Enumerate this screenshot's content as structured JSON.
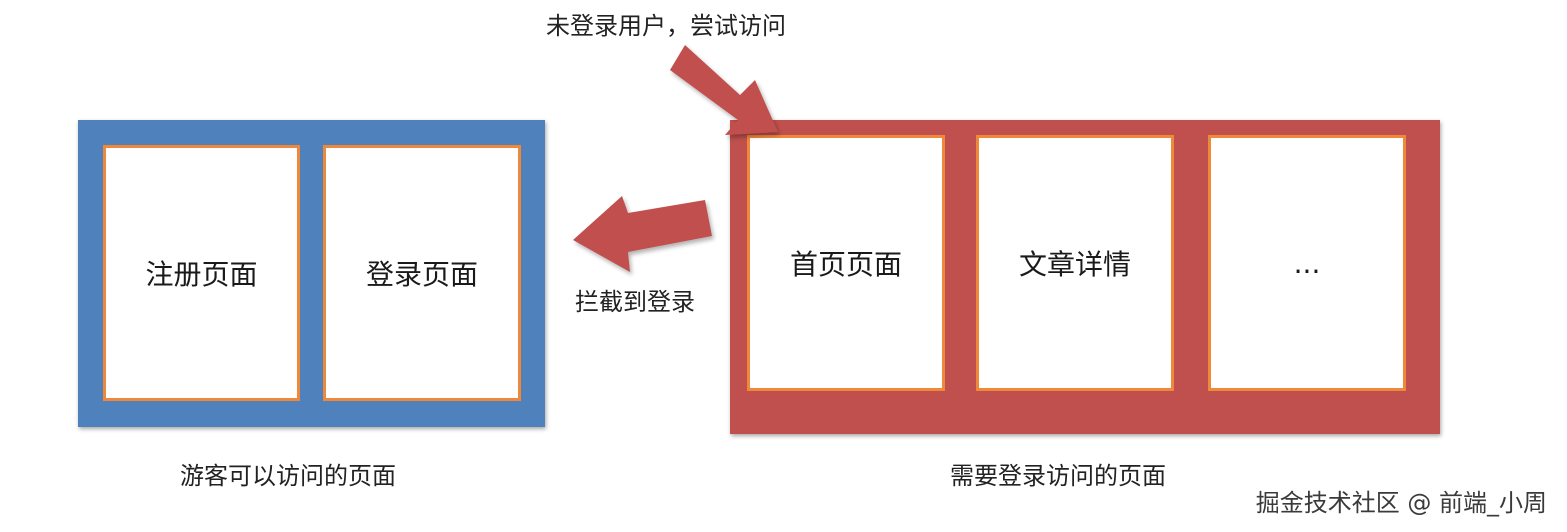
{
  "colors": {
    "guest_fill": "#4f81bd",
    "auth_fill": "#c0504d",
    "page_border": "#f0883a",
    "arrow_fill": "#c0504d"
  },
  "guest_group": {
    "caption": "游客可以访问的页面",
    "pages": [
      "注册页面",
      "登录页面"
    ]
  },
  "auth_group": {
    "caption": "需要登录访问的页面",
    "pages": [
      "首页页面",
      "文章详情",
      "..."
    ]
  },
  "arrows": {
    "attempt_label": "未登录用户，尝试访问",
    "intercept_label": "拦截到登录"
  },
  "watermark": "掘金技术社区 @ 前端_小周"
}
